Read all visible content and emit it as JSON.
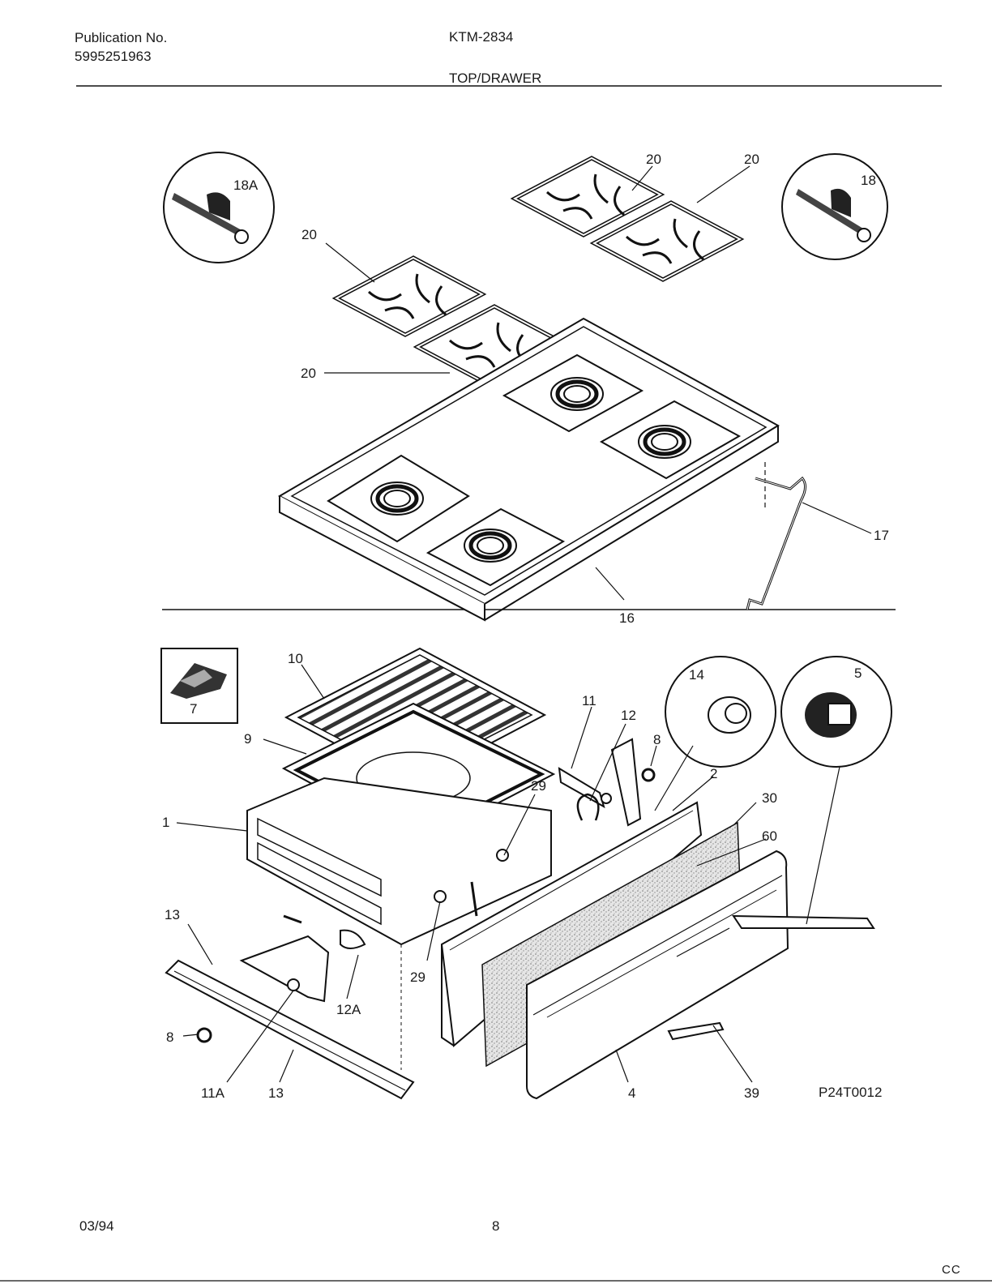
{
  "header": {
    "publication_label": "Publication No.",
    "publication_number": "5995251963",
    "model": "KTM-2834",
    "section_title": "TOP/DRAWER"
  },
  "figure": {
    "figure_code": "P24T0012",
    "callouts": {
      "c18a": "18A",
      "c18": "18",
      "c20a": "20",
      "c20b": "20",
      "c20c": "20",
      "c20d": "20",
      "c17": "17",
      "c16": "16",
      "c7": "7",
      "c10": "10",
      "c9": "9",
      "c1": "1",
      "c11": "11",
      "c12": "12",
      "c8a": "8",
      "c29a": "29",
      "c2": "2",
      "c14": "14",
      "c5": "5",
      "c30": "30",
      "c60": "60",
      "c29b": "29",
      "c13a": "13",
      "c12a": "12A",
      "c8b": "8",
      "c11a": "11A",
      "c13b": "13",
      "c4": "4",
      "c39": "39"
    }
  },
  "footer": {
    "date": "03/94",
    "page_number": "8",
    "mark": "CC"
  }
}
